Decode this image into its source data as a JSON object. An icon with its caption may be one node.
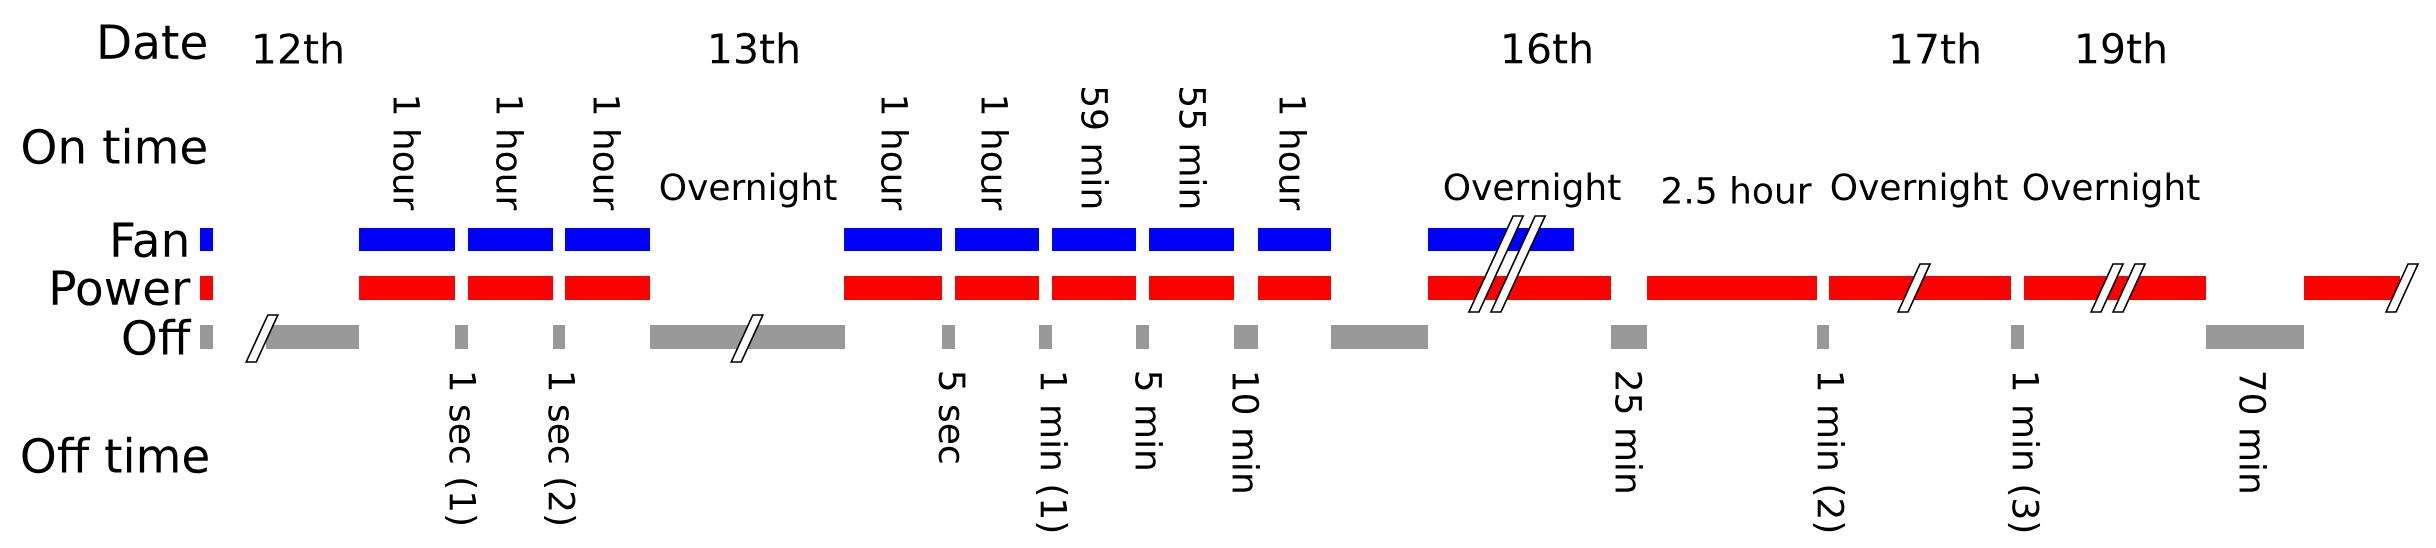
{
  "diagram": {
    "labels": [
      "Date",
      "12th",
      "13th",
      "16th",
      "17th",
      "19th",
      "On time",
      "1 hour",
      "1 hour",
      "1 hour",
      "Overnight",
      "1 hour",
      "1 hour",
      "59 min",
      "55 min",
      "1 hour",
      "Overnight",
      "2.5 hour",
      "Overnight",
      "Overnight",
      "Off time",
      "1 sec (1)",
      "1 sec (2)",
      "5 sec",
      "1 min (1)",
      "5 min",
      "10 min",
      "25 min",
      "1 min (2)",
      "1 min (3)",
      "70 min"
    ],
    "legend": [
      {
        "text": "Fan",
        "color": "#0000ff"
      },
      {
        "text": "Power",
        "color": "#ff0000"
      },
      {
        "text": "Off",
        "color": "#999999"
      }
    ]
  }
}
